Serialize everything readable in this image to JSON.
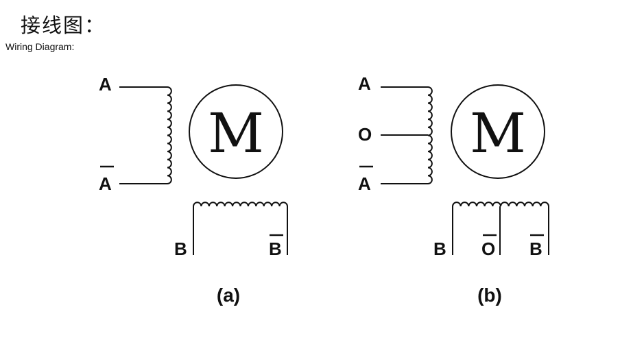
{
  "header": {
    "title_cn": "接线图：",
    "title_en": "Wiring Diagram:"
  },
  "diagram_a": {
    "caption": "(a)",
    "motor_label": "M",
    "coil_a": {
      "start_label": "A",
      "end_label": "A",
      "end_overlined": true
    },
    "coil_b": {
      "start_label": "B",
      "end_label": "B",
      "end_overlined": true
    }
  },
  "diagram_b": {
    "caption": "(b)",
    "motor_label": "M",
    "coil_a": {
      "start_label": "A",
      "center_label": "O",
      "end_label": "A",
      "end_overlined": true
    },
    "coil_b": {
      "start_label": "B",
      "center_label": "O",
      "center_overlined": true,
      "end_label": "B",
      "end_overlined": true
    }
  }
}
